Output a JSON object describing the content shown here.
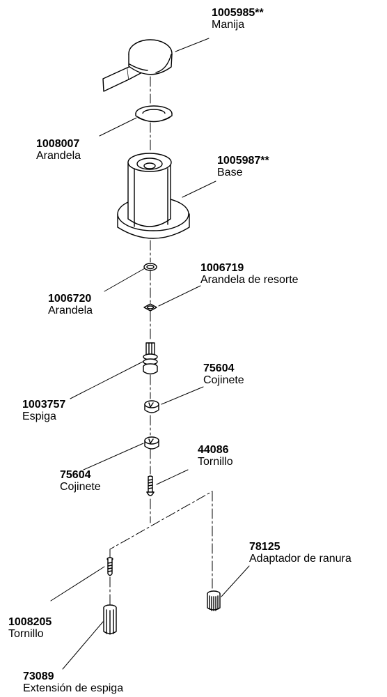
{
  "parts": [
    {
      "id": "manija",
      "number": "1005985**",
      "name": "Manija"
    },
    {
      "id": "arandela-top",
      "number": "1008007",
      "name": "Arandela"
    },
    {
      "id": "base",
      "number": "1005987**",
      "name": "Base"
    },
    {
      "id": "arandela-resorte",
      "number": "1006719",
      "name": "Arandela de resorte"
    },
    {
      "id": "arandela-small",
      "number": "1006720",
      "name": "Arandela"
    },
    {
      "id": "cojinete-1",
      "number": "75604",
      "name": "Cojinete"
    },
    {
      "id": "espiga",
      "number": "1003757",
      "name": "Espiga"
    },
    {
      "id": "tornillo-1",
      "number": "44086",
      "name": "Tornillo"
    },
    {
      "id": "cojinete-2",
      "number": "75604",
      "name": "Cojinete"
    },
    {
      "id": "adaptador",
      "number": "78125",
      "name": "Adaptador de ranura"
    },
    {
      "id": "tornillo-2",
      "number": "1008205",
      "name": "Tornillo"
    },
    {
      "id": "extension",
      "number": "73089",
      "name": "Extensión de espiga"
    }
  ]
}
